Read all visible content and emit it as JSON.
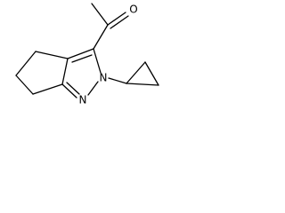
{
  "molecule": {
    "atoms": {
      "oxygen": "O",
      "nitrogen_1": "N",
      "nitrogen_2": "N"
    },
    "colors": {
      "bond": "#000000",
      "label": "#000000",
      "background": "#ffffff"
    }
  }
}
